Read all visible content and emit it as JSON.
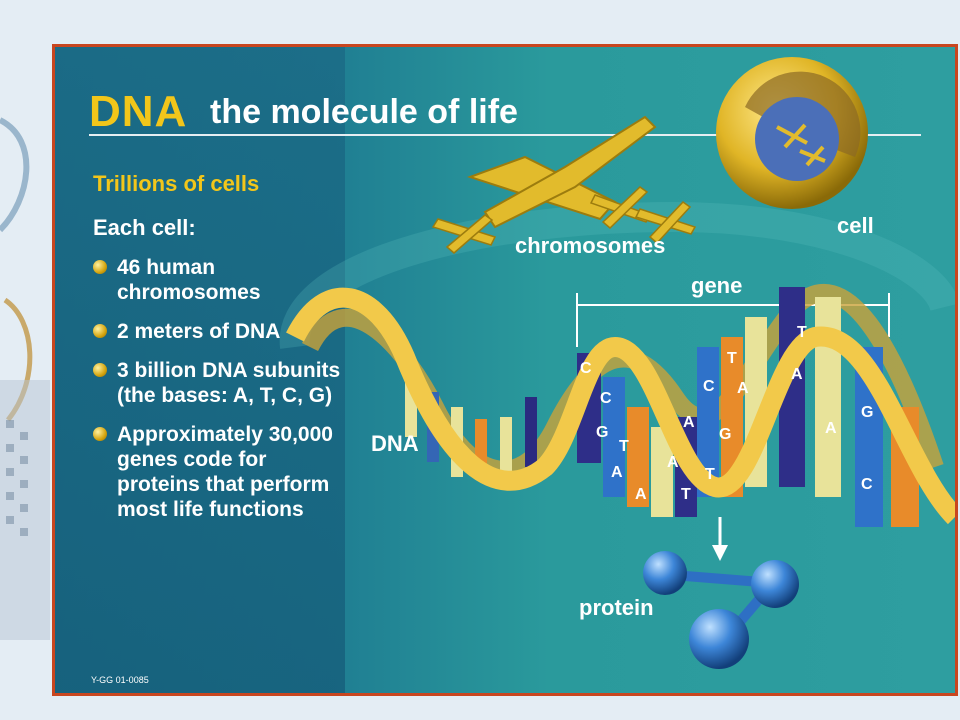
{
  "title": {
    "main": "DNA",
    "rest": "the molecule of life"
  },
  "heading": "Trillions of cells",
  "each_cell": "Each cell:",
  "bullets": [
    "46 human chromosomes",
    "2 meters of DNA",
    "3 billion DNA subunits (the bases: A, T, C, G)",
    "Approximately 30,000 genes code for proteins that perform most life functions"
  ],
  "labels": {
    "chromosomes": "chromosomes",
    "cell": "cell",
    "gene": "gene",
    "dna": "DNA",
    "protein": "protein"
  },
  "bases": [
    "C",
    "C",
    "G",
    "T",
    "A",
    "A",
    "A",
    "T",
    "T",
    "C",
    "A",
    "G",
    "A",
    "T",
    "A",
    "T",
    "A",
    "G",
    "C"
  ],
  "footer_code": "Y-GG 01-0085",
  "colors": {
    "frame": "#c8461f",
    "gold": "#f2c61a",
    "teal": "#1f7d92"
  }
}
